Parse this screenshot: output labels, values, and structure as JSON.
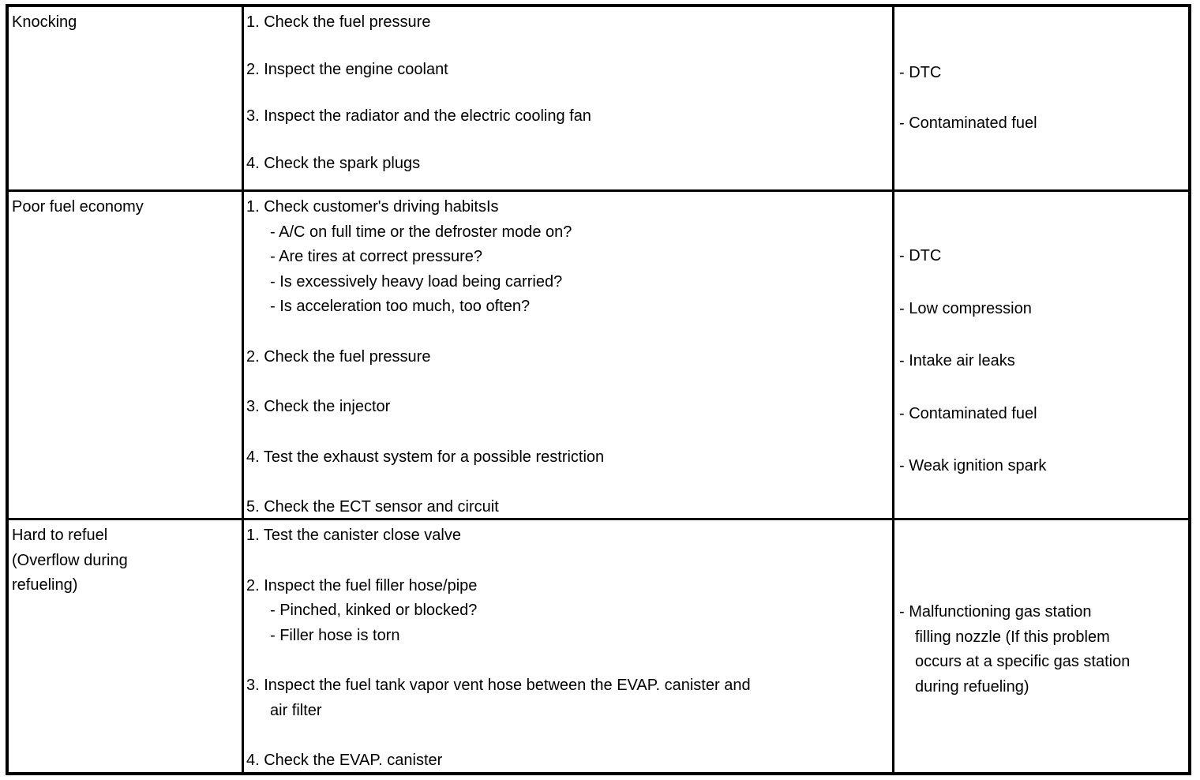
{
  "table": {
    "description": "Engine troubleshooting table (symptom / inspection / probable cause)",
    "rows": [
      {
        "symptom": "Knocking",
        "inspections": [
          "1. Check the fuel pressure",
          "2. Inspect the engine coolant",
          "3. Inspect the radiator and the electric cooling fan",
          "4. Check the spark plugs"
        ],
        "causes": [
          "- DTC",
          "- Contaminated fuel"
        ]
      },
      {
        "symptom": "Poor fuel economy",
        "inspections": [
          "1. Check customer's driving habitsIs\n- A/C on full time or the defroster mode on?\n- Are tires at correct pressure?\n- Is excessively heavy load being carried?\n- Is acceleration too much, too often?",
          "2. Check the fuel pressure",
          "3. Check the injector",
          "4. Test the exhaust system for a possible restriction",
          "5. Check the ECT sensor and circuit"
        ],
        "causes": [
          "- DTC",
          "- Low compression",
          "- Intake air leaks",
          "- Contaminated fuel",
          "- Weak ignition spark"
        ]
      },
      {
        "symptom": "Hard to refuel\n(Overflow during\nrefueling)",
        "inspections": [
          "1. Test the canister close valve",
          "2. Inspect the fuel filler hose/pipe\n- Pinched, kinked or blocked?\n- Filler hose is torn",
          "3. Inspect the fuel tank vapor vent hose between the EVAP. canister and\nair filter",
          "4. Check the EVAP. canister"
        ],
        "causes": [
          "- Malfunctioning gas station\nfilling nozzle (If this problem\noccurs at a specific gas station\nduring refueling)"
        ]
      }
    ]
  },
  "colors": {
    "border": "#000000",
    "text": "#000000",
    "background": "#ffffff"
  }
}
